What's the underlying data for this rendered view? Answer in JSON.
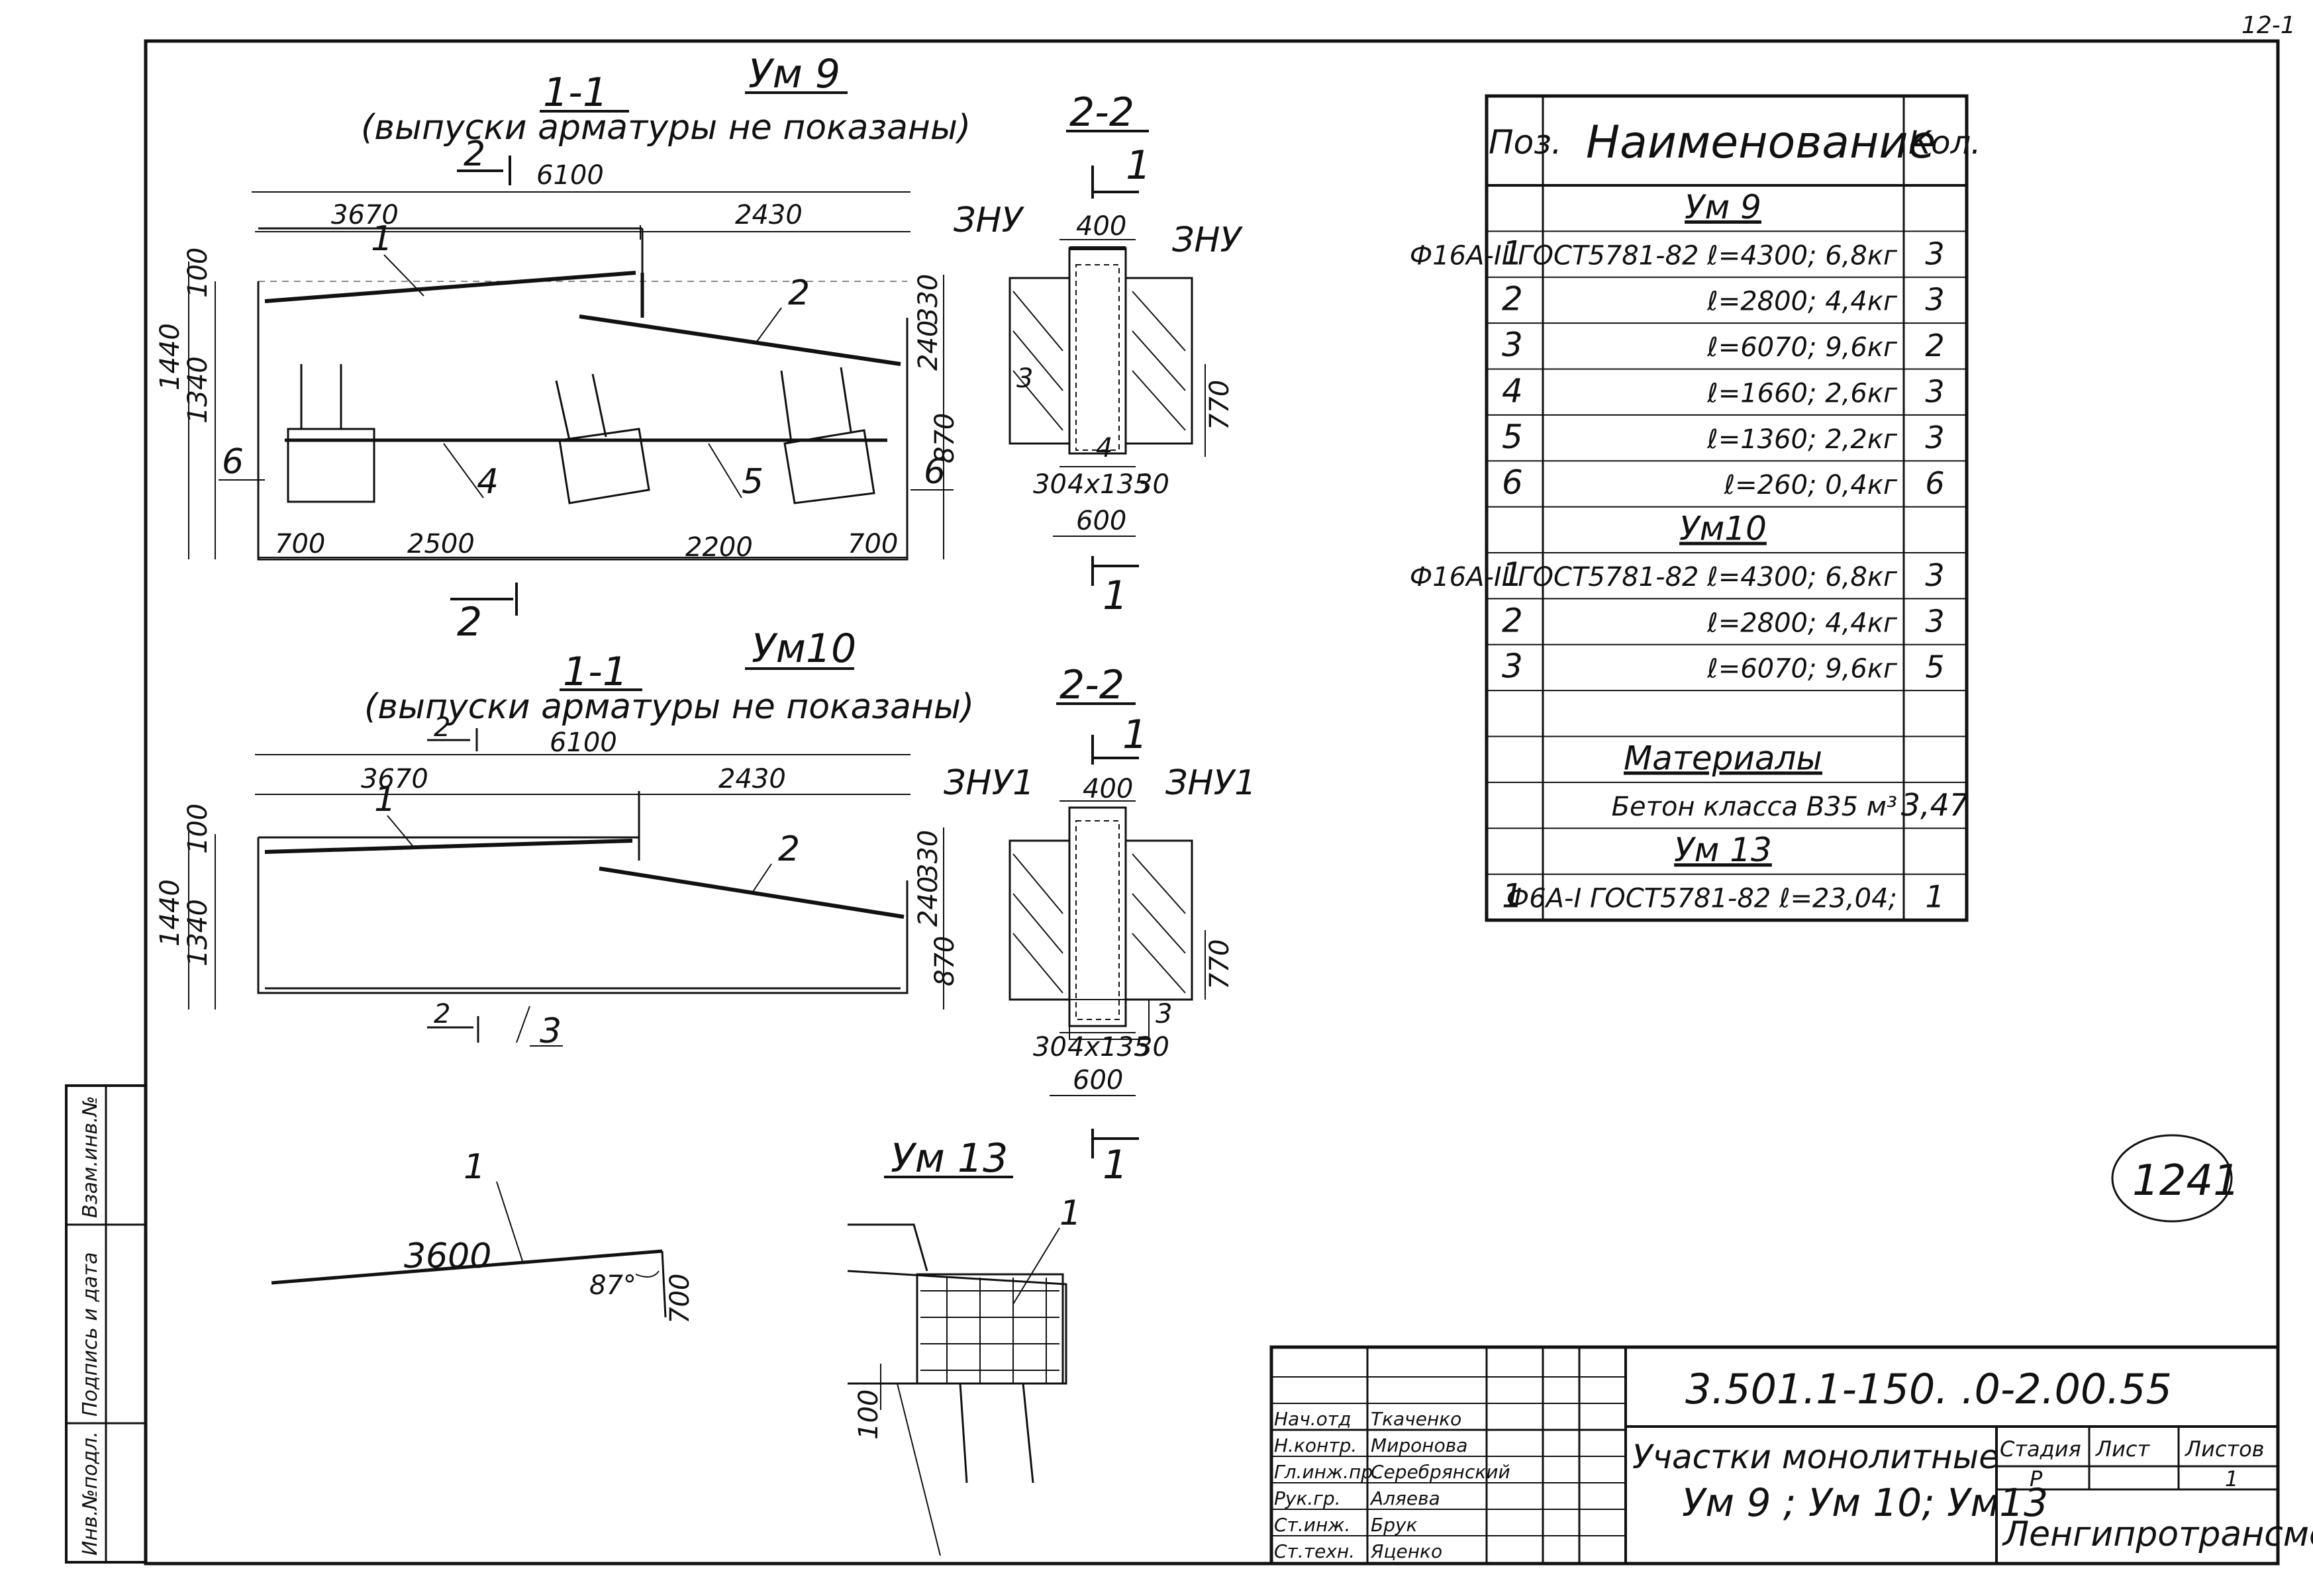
{
  "page_mark": "12-1",
  "section_um9": {
    "title": "Ум 9",
    "cut": "1-1",
    "note": "(выпуски арматуры не показаны)",
    "cut_marker": "2",
    "total": "6100",
    "left_span": "3670",
    "right_span": "2430",
    "height_total": "1440",
    "height_lower": "1340",
    "height_top": "100",
    "right_top": "330",
    "right_mid": "240",
    "right_low": "870",
    "bottom_dims": [
      "700",
      "2500",
      "2200",
      "700"
    ],
    "positions": [
      "1",
      "2",
      "4",
      "5",
      "6",
      "6"
    ],
    "marker_bottom": "2"
  },
  "section_um9_22": {
    "cut": "2-2",
    "marker": "1",
    "left_label": "ЗНУ",
    "right_label": "ЗНУ",
    "width_top": "400",
    "height": "770",
    "bottom": "4x135",
    "edge_l": "30",
    "edge_r": "30",
    "width_total": "600",
    "pos3": "3",
    "pos4": "4"
  },
  "section_um10": {
    "title": "Ум10",
    "cut": "1-1",
    "note": "(выпуски арматуры не показаны)",
    "cut_marker": "2",
    "total": "6100",
    "left_span": "3670",
    "right_span": "2430",
    "height_total": "1440",
    "height_lower": "1340",
    "height_top": "100",
    "right_top": "330",
    "right_mid": "240",
    "right_low": "870",
    "pos1": "1",
    "pos2": "2",
    "pos3": "3",
    "marker_bottom": "2"
  },
  "section_um10_22": {
    "cut": "2-2",
    "marker": "1",
    "left_label": "ЗНУ1",
    "right_label": "ЗНУ1",
    "width_top": "400",
    "height": "770",
    "bottom": "4x135",
    "edge_l": "30",
    "edge_r": "30",
    "width_total": "600",
    "pos3": "3"
  },
  "bar_detail": {
    "pos": "1",
    "length": "3600",
    "angle": "87°",
    "hook": "700"
  },
  "um13": {
    "title": "Ум 13",
    "pos": "1",
    "dim": "100"
  },
  "spec_table": {
    "headers": [
      "Поз.",
      "Наименование",
      "Кол."
    ],
    "rows": [
      {
        "pos": "",
        "name": "Ум 9",
        "qty": "",
        "group": true
      },
      {
        "pos": "1",
        "name": "Ф16А-II ГОСТ5781-82 ℓ=4300; 6,8кг",
        "qty": "3"
      },
      {
        "pos": "2",
        "name": "ℓ=2800; 4,4кг",
        "qty": "3"
      },
      {
        "pos": "3",
        "name": "ℓ=6070; 9,6кг",
        "qty": "2"
      },
      {
        "pos": "4",
        "name": "ℓ=1660; 2,6кг",
        "qty": "3"
      },
      {
        "pos": "5",
        "name": "ℓ=1360; 2,2кг",
        "qty": "3"
      },
      {
        "pos": "6",
        "name": "ℓ=260; 0,4кг",
        "qty": "6"
      },
      {
        "pos": "",
        "name": "Ум10",
        "qty": "",
        "group": true
      },
      {
        "pos": "1",
        "name": "Ф16А-II ГОСТ5781-82 ℓ=4300; 6,8кг",
        "qty": "3"
      },
      {
        "pos": "2",
        "name": "ℓ=2800; 4,4кг",
        "qty": "3"
      },
      {
        "pos": "3",
        "name": "ℓ=6070; 9,6кг",
        "qty": "5"
      },
      {
        "pos": "",
        "name": "",
        "qty": ""
      },
      {
        "pos": "",
        "name": "Материалы",
        "qty": "",
        "group": true
      },
      {
        "pos": "",
        "name": "Бетон класса В35 м³",
        "qty": "3,47"
      },
      {
        "pos": "",
        "name": "Ум 13",
        "qty": "",
        "group": true
      },
      {
        "pos": "1",
        "name": "Ф6А-I ГОСТ5781-82 ℓ=23,04;",
        "qty": "1"
      }
    ]
  },
  "stamp_number": "1241",
  "side_stamp": {
    "labels": [
      "Инв.№подл.",
      "Подпись и дата",
      "Взам.инв.№"
    ]
  },
  "title_block": {
    "doc_code": "3.501.1-150.  .0-2.00.55",
    "title": "Участки монолитные Ум 9 ; Ум 10; Ум13",
    "stage_label": "Стадия",
    "sheet_label": "Лист",
    "sheets_label": "Листов",
    "stage_value": "Р",
    "sheets_value": "1",
    "org": "Ленгипротрансмост",
    "people": [
      {
        "role": "Нач.отд",
        "name": "Ткаченко"
      },
      {
        "role": "Н.контр.",
        "name": "Миронова"
      },
      {
        "role": "Гл.инж.пр.",
        "name": "Серебрянский"
      },
      {
        "role": "Рук.гр.",
        "name": "Аляева"
      },
      {
        "role": "Ст.инж.",
        "name": "Брук"
      },
      {
        "role": "Ст.техн.",
        "name": "Яценко"
      }
    ]
  }
}
